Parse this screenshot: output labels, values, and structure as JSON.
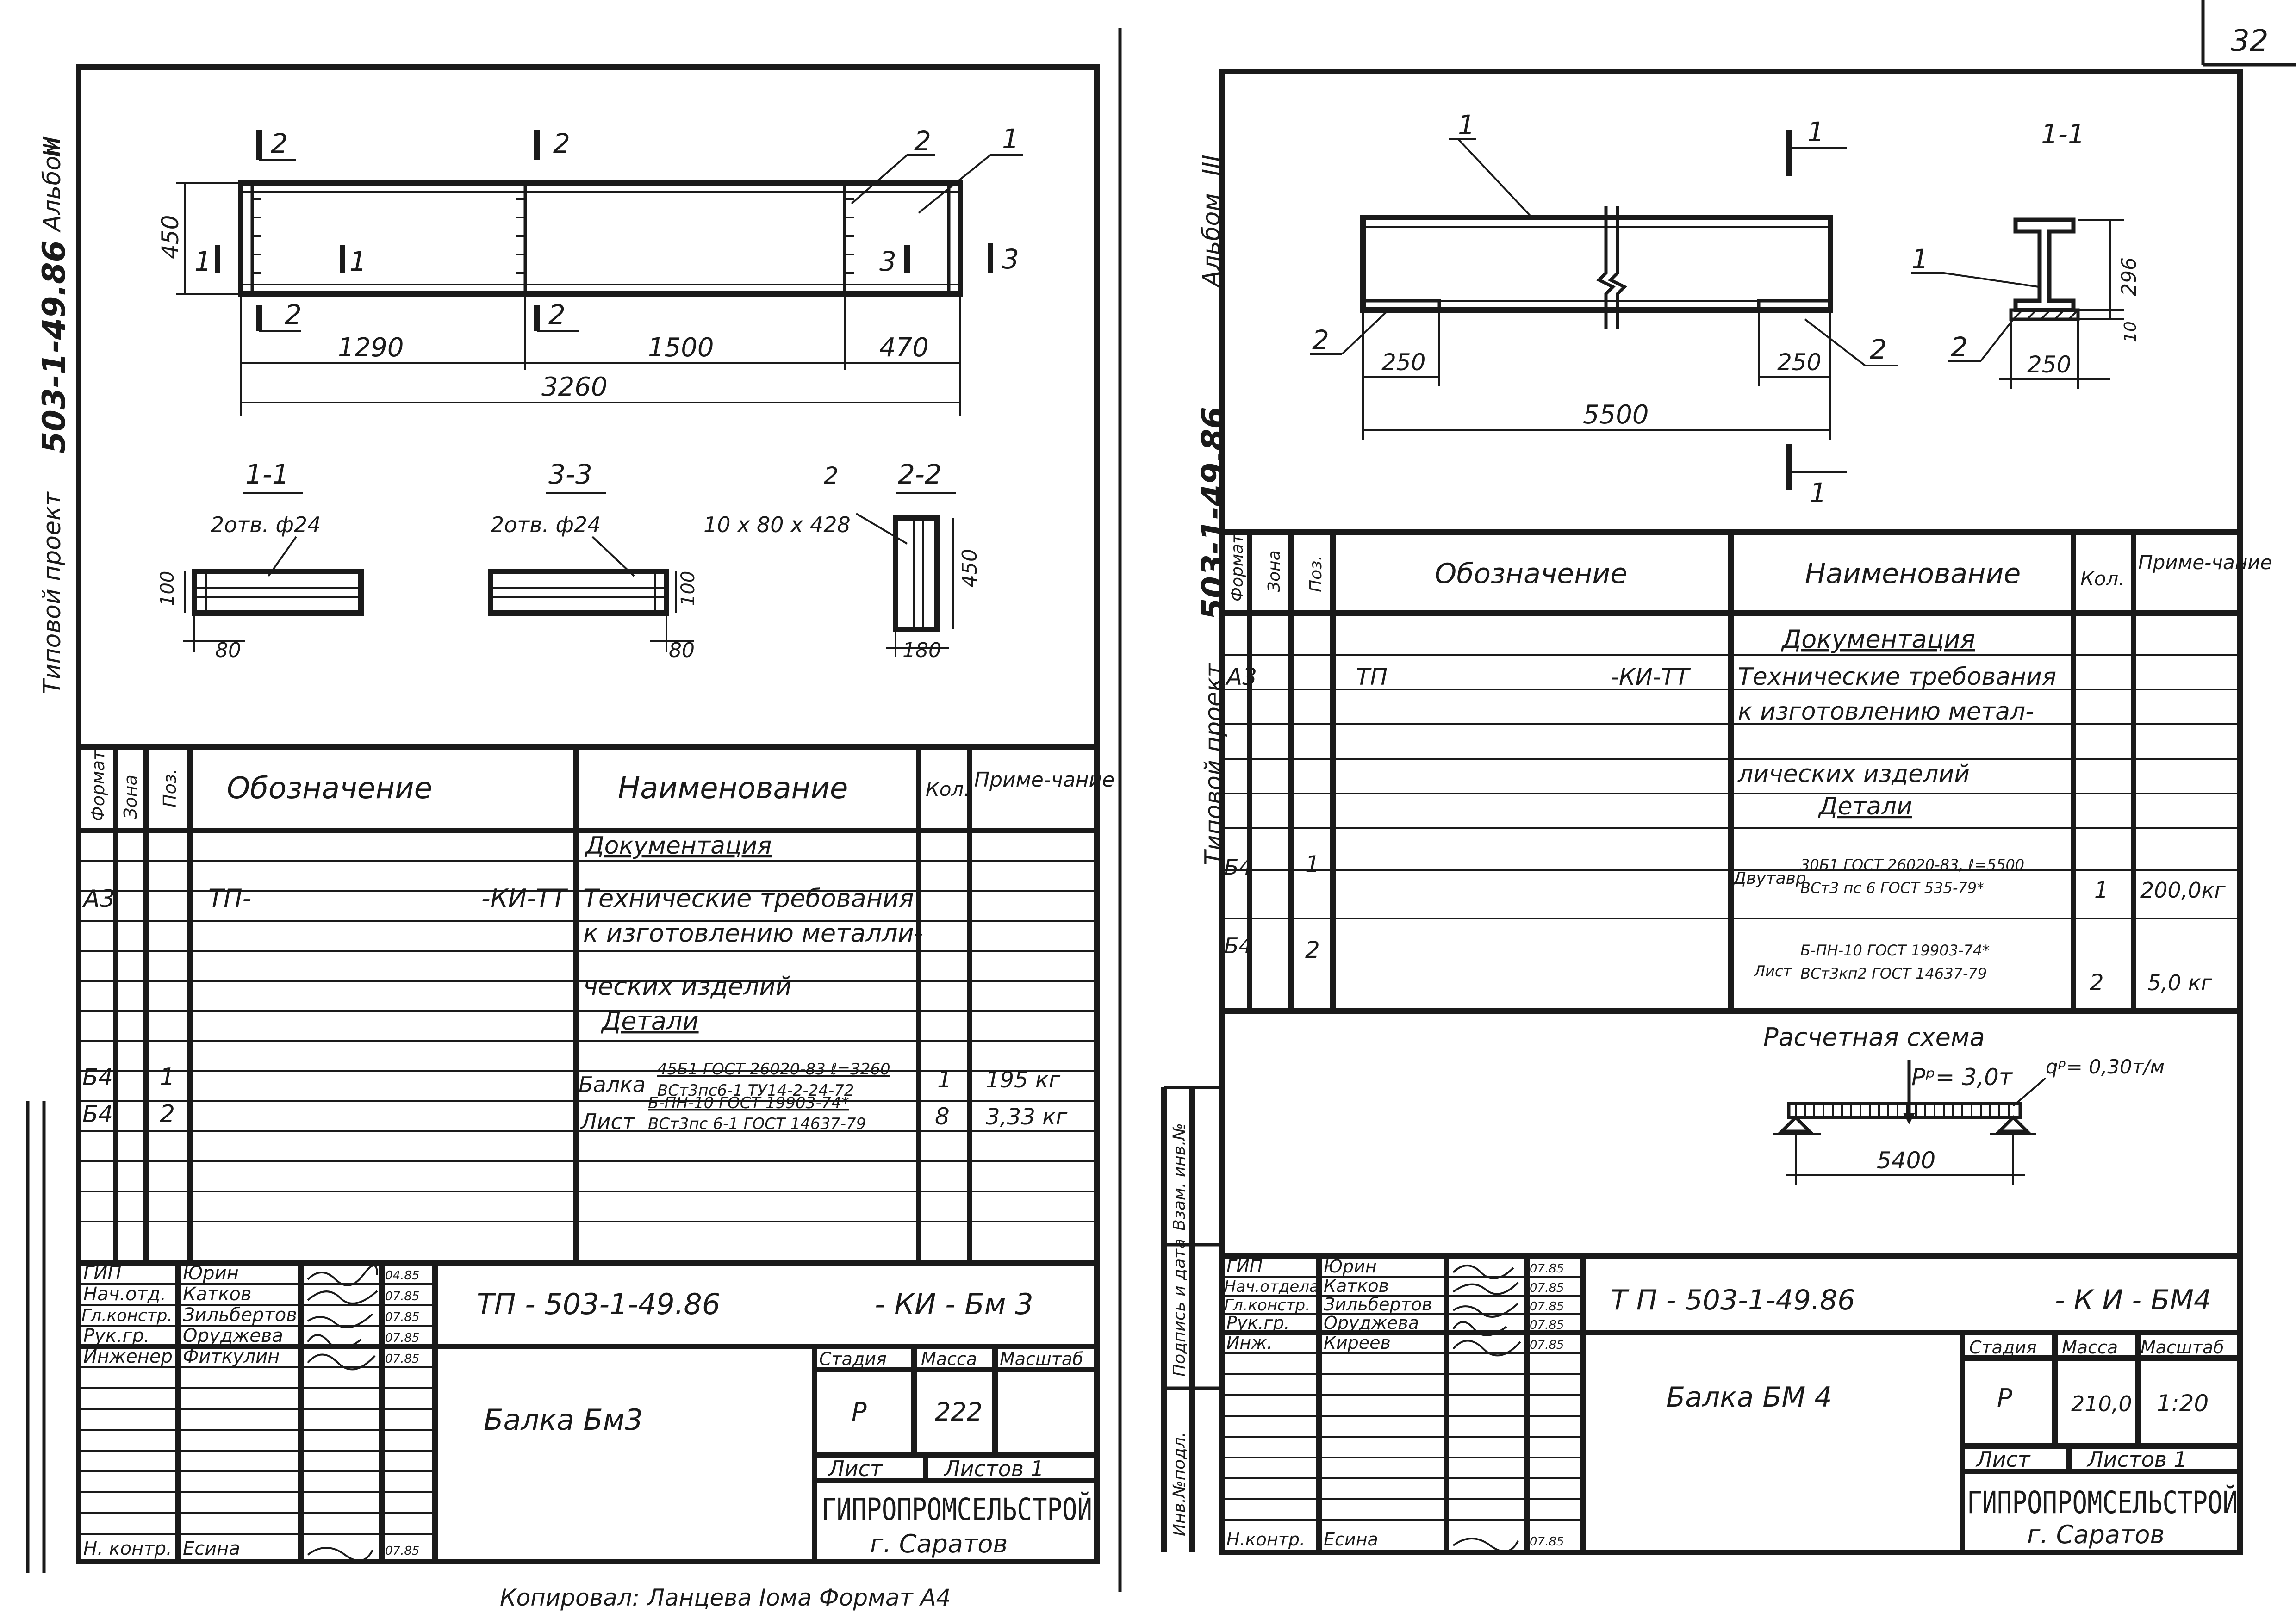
{
  "page_number": "32",
  "album": "Альбом",
  "album_number": "III",
  "series_prefix": "Типовой  проект",
  "series": "503-1-49.86",
  "copy_line": "Копировал: Ланцева  Іома  Формат А4",
  "left": {
    "drawing": {
      "dim_height": "450",
      "dims": [
        "1290",
        "1500",
        "470"
      ],
      "overall": "3260",
      "marks": [
        "1",
        "2",
        "3"
      ],
      "positions": [
        "1",
        "2"
      ],
      "sections": [
        "1-1",
        "3-3",
        "2-2"
      ],
      "holes": "2отв. ф24",
      "sec_dims": {
        "h1": "100",
        "w1": "80",
        "h3": "100",
        "w3": "80",
        "plate_h": "450",
        "plate_w": "180"
      },
      "plate_pos": "2",
      "plate_size": "10 х 80 х 428"
    },
    "spec": {
      "headers": [
        "Формат",
        "Зона",
        "Поз.",
        "Обозначение",
        "Наименование",
        "Кол.",
        "Приме-чание"
      ],
      "doc_title": "Документация",
      "doc_row": {
        "format": "А3",
        "designation": "ТП-",
        "designation_end": "-КИ-ТТ",
        "name": [
          "Технические требования",
          "к изготовлению металли-",
          "ческих   изделий"
        ]
      },
      "parts_title": "Детали",
      "rows": [
        {
          "format": "Б4",
          "pos": "1",
          "name": "Балка",
          "line1": "45Б1 ГОСТ 26020-83 ℓ=3260",
          "line2": "ВСт3пс6-1 ТУ14-2-24-72",
          "qty": "1",
          "note": "195 кг"
        },
        {
          "format": "Б4",
          "pos": "2",
          "name": "Лист",
          "line1": "Б-ПН-10  ГОСТ 19903-74*",
          "line2": "ВСт3пс 6-1 ГОСТ 14637-79",
          "qty": "8",
          "note": "3,33 кг"
        }
      ]
    },
    "title_block": {
      "people": [
        {
          "role": "ГИП",
          "name": "Юрин",
          "date": "04.85"
        },
        {
          "role": "Нач.отд.",
          "name": "Катков",
          "date": "07.85"
        },
        {
          "role": "Гл.констр.",
          "name": "Зильбертов",
          "date": "07.85"
        },
        {
          "role": "Рук.гр.",
          "name": "Оруджева",
          "date": "07.85"
        },
        {
          "role": "Инженер",
          "name": "Фиткулин",
          "date": "07.85"
        }
      ],
      "nkontr": {
        "role": "Н. контр.",
        "name": "Есина",
        "date": "07.85"
      },
      "code": "ТП - 503-1-49.86",
      "code_suffix": "- КИ - Бм 3",
      "name": "Балка  Бм3",
      "stage_h": "Стадия",
      "mass_h": "Масса",
      "scale_h": "Масштаб",
      "stage": "Р",
      "mass": "222",
      "scale": "",
      "sheet_h": "Лист",
      "sheets_h": "Листов 1",
      "org": "ГИПРОПРОМСЕЛЬСТРОЙ",
      "city": "г. Саратов"
    }
  },
  "right": {
    "drawing": {
      "section_label": "1-1",
      "marks": [
        "1"
      ],
      "positions": [
        "1",
        "2"
      ],
      "dims": [
        "250",
        "250",
        "250",
        "5500",
        "296",
        "10"
      ]
    },
    "spec": {
      "headers": [
        "Формат",
        "Зона",
        "Поз.",
        "Обозначение",
        "Наименование",
        "Кол.",
        "Приме-чание"
      ],
      "doc_title": "Документация",
      "doc_row": {
        "format": "А3",
        "designation": "ТП",
        "designation_end": "-КИ-ТТ",
        "name": [
          "Технические требования",
          "к изготовлению метал-",
          "лических   изделий"
        ]
      },
      "parts_title": "Детали",
      "rows": [
        {
          "format": "Б4",
          "pos": "1",
          "name": "Двутавр",
          "line1": "30Б1 ГОСТ 26020-83, ℓ=5500",
          "line2": "ВСт3 пс 6 ГОСТ 535-79*",
          "qty": "1",
          "note": "200,0кг"
        },
        {
          "format": "Б4",
          "pos": "2",
          "name": "Лист",
          "line1": "Б-ПН-10  ГОСТ 19903-74*",
          "line2": "ВСт3кп2 ГОСТ 14637-79",
          "qty": "2",
          "note": "5,0 кг"
        }
      ],
      "scheme_title": "Расчетная   схема",
      "load_p": "Pᵖ= 3,0т",
      "load_q": "qᵖ= 0,30т/м",
      "span": "5400"
    },
    "side_labels": [
      "Инв.№подл.",
      "Подпись и дата",
      "Взам. инв.№"
    ],
    "title_block": {
      "people": [
        {
          "role": "ГИП",
          "name": "Юрин",
          "date": "07.85"
        },
        {
          "role": "Нач.отдела",
          "name": "Катков",
          "date": "07.85"
        },
        {
          "role": "Гл.констр.",
          "name": "Зильбертов",
          "date": "07.85"
        },
        {
          "role": "Рук.гр.",
          "name": "Оруджева",
          "date": "07.85"
        },
        {
          "role": "Инж.",
          "name": "Киреев",
          "date": "07.85"
        }
      ],
      "nkontr": {
        "role": "Н.контр.",
        "name": "Есина",
        "date": "07.85"
      },
      "code": "Т П - 503-1-49.86",
      "code_suffix": "- К И - БМ4",
      "name": "Балка   БМ 4",
      "stage_h": "Стадия",
      "mass_h": "Масса",
      "scale_h": "Масштаб",
      "stage": "Р",
      "mass": "210,0",
      "scale": "1:20",
      "sheet_h": "Лист",
      "sheets_h": "Листов 1",
      "org": "ГИПРОПРОМСЕЛЬСТРОЙ",
      "city": "г. Саратов"
    }
  }
}
